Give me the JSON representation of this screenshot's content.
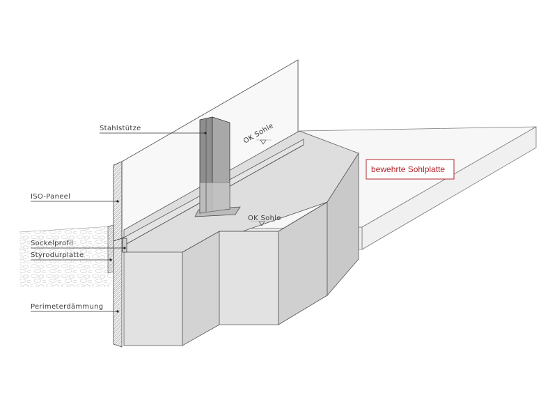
{
  "labels": {
    "stahlstuetze": "Stahlstütze",
    "iso_paneel": "ISO-Paneel",
    "sockelprofil": "Sockelprofil",
    "styrodurplatte": "Styrodurplatte",
    "perimeterdaemmung": "Perimeterdämmung",
    "ok_sohle_top": "OK Sohle",
    "ok_sohle_mid": "OK Sohle",
    "bewehrte_sohlplatte": "bewehrte Sohlplatte"
  },
  "colors": {
    "accent_red": "#b3262b",
    "steel": "#8a8a8a",
    "concrete": "#e6e6e6"
  }
}
